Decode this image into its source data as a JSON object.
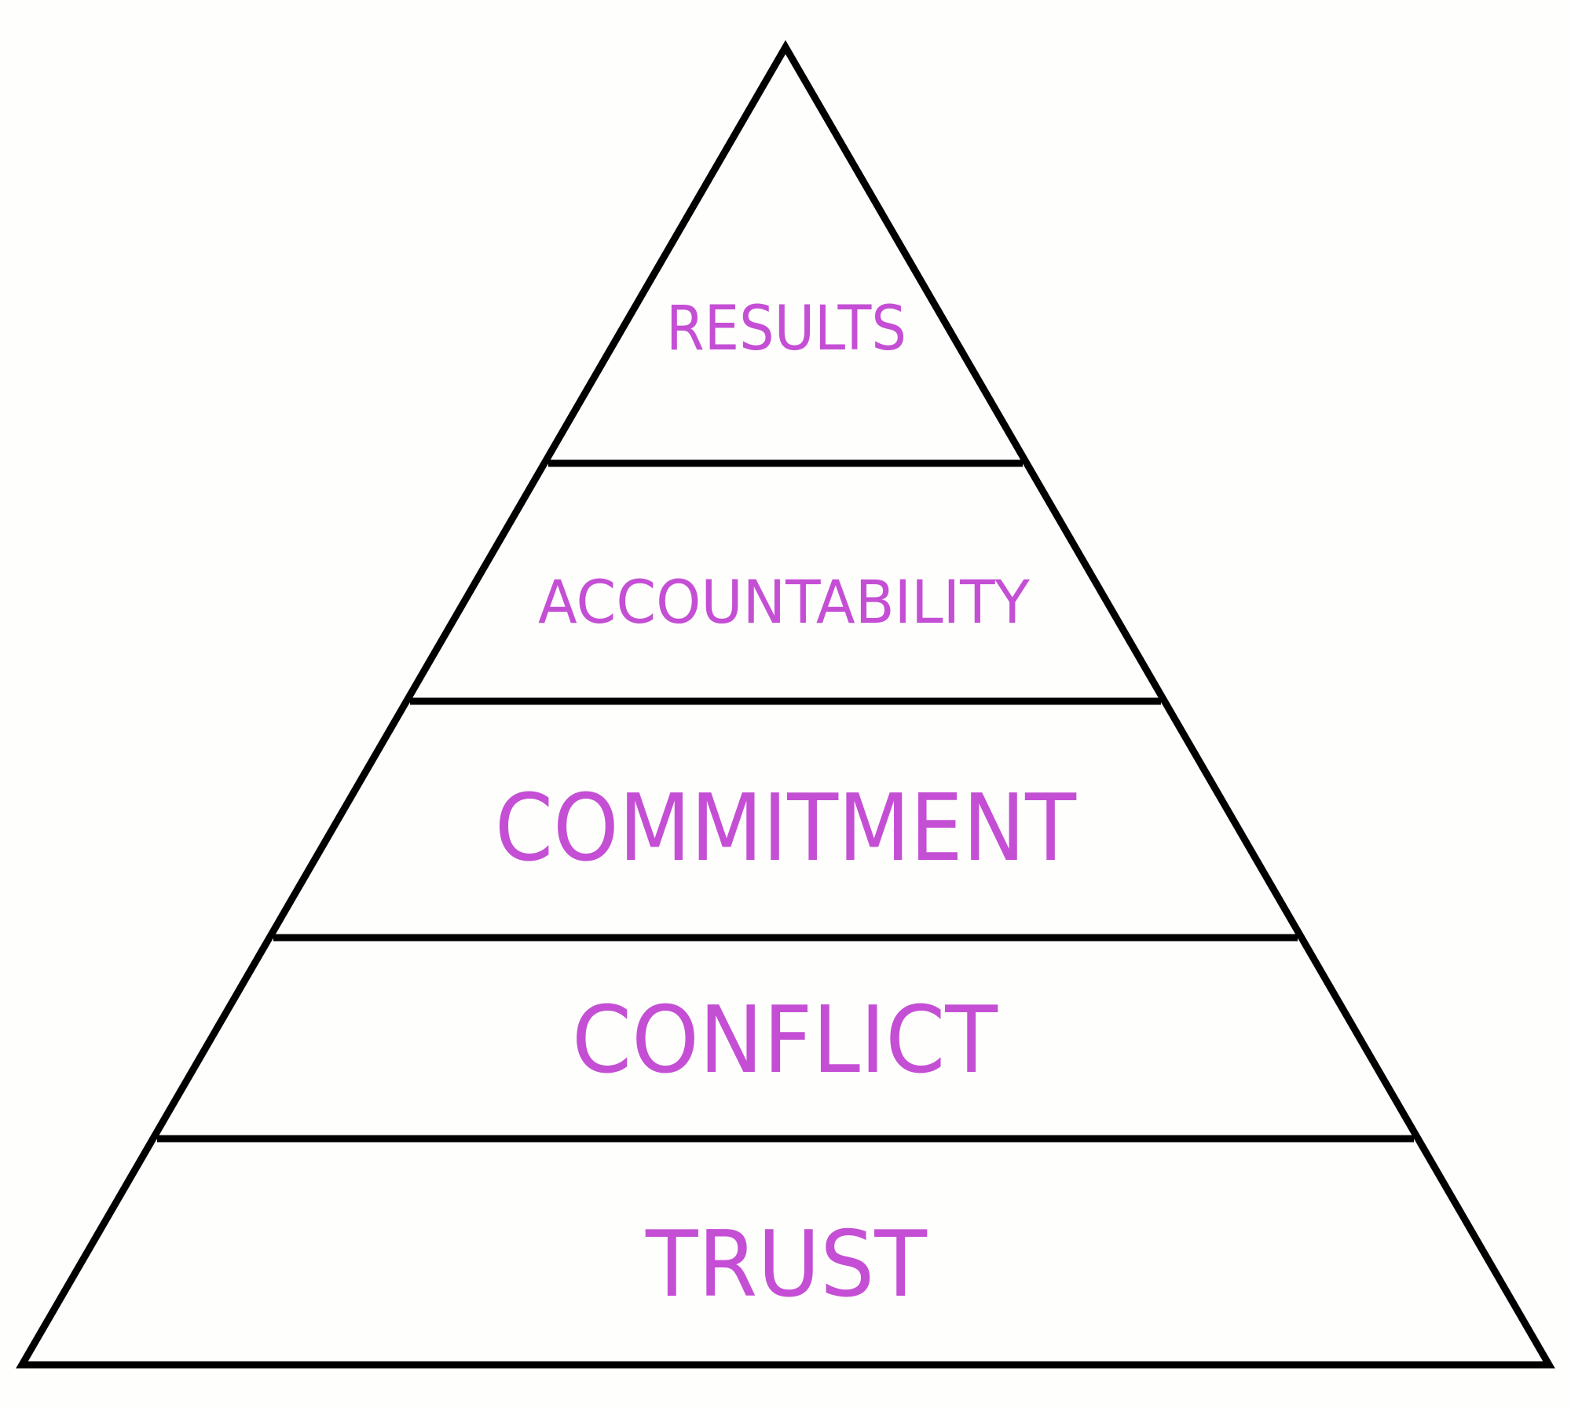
{
  "diagram": {
    "type": "pyramid",
    "colors": {
      "background": "#fefffd",
      "outline": "#000000",
      "label": "#c44fd4"
    },
    "tiers": [
      {
        "label": "RESULTS",
        "level": 5
      },
      {
        "label": "ACCOUNTABILITY",
        "level": 4
      },
      {
        "label": "COMMITMENT",
        "level": 3
      },
      {
        "label": "CONFLICT",
        "level": 2
      },
      {
        "label": "TRUST",
        "level": 1
      }
    ]
  }
}
